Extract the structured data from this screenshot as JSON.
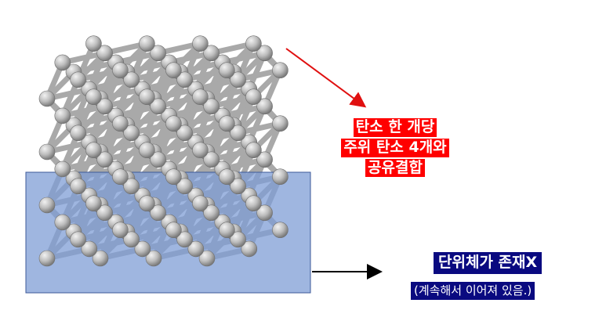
{
  "annotations": {
    "covalent_label_lines": [
      "탄소 한 개당",
      "주위 탄소 4개와",
      "공유결합"
    ],
    "unit_cell_title": "단위체가 존재X",
    "unit_cell_subtitle": "(계속해서 이어져 있음.)"
  },
  "colors": {
    "red_label_bg": "#ff0000",
    "blue_label_bg": "#0a0a80",
    "highlight_box": "#7f9ed6",
    "atom": "#bfbfbf",
    "bond": "#a9a9a9"
  },
  "icons": [
    "carbon-atom-icon",
    "arrow-icon"
  ]
}
